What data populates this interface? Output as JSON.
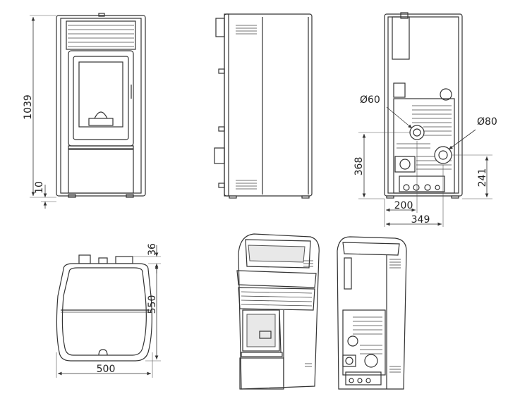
{
  "dimensions": {
    "front_height": "1039",
    "foot_height": "10",
    "flue_diameter": "Ø60",
    "air_inlet_diameter": "Ø80",
    "flue_height": "368",
    "air_inlet_height": "241",
    "flue_offset": "200",
    "air_inlet_offset": "349",
    "top_protrusion": "36",
    "depth": "550",
    "width": "500"
  },
  "colors": {
    "line": "#333333",
    "background": "#ffffff"
  }
}
